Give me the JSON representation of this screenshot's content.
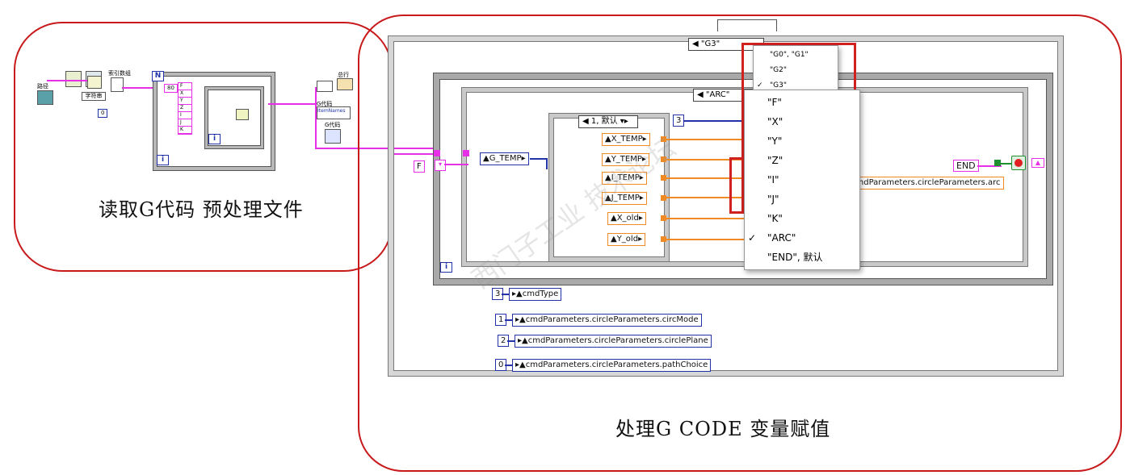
{
  "left_diagram": {
    "path_label": "路径",
    "index_array_label": "索引数组",
    "string_label": "字符串",
    "const_0": "0",
    "const_80": "80",
    "letters": [
      "F",
      "X",
      "Y",
      "Z",
      "I",
      "J",
      "K"
    ],
    "total_rows_label": "总行",
    "gcode_label_1": "G代码",
    "item_names": "ItemNames",
    "gcode_label_2": "G代码",
    "iter_i": "i",
    "loop_n": "N"
  },
  "caption_left": "读取G代码 预处理文件",
  "caption_right": "处理G CODE 变量赋值",
  "main_case": {
    "outer_selector": "\"G3\"",
    "inner_case_selector": "\"ARC\"",
    "small_case_selector": "1, 默认",
    "const_3": "3",
    "const_F": "F",
    "g_temp": "G_TEMP",
    "temp_vars": [
      "X_TEMP",
      "Y_TEMP",
      "I_TEMP",
      "J_TEMP",
      "X_old",
      "Y_old"
    ],
    "end_const": "END",
    "arc_output": "cmdParameters.circleParameters.arc",
    "iter_i": "i"
  },
  "dropdown": {
    "small_items": [
      {
        "label": "\"G0\", \"G1\"",
        "checked": false
      },
      {
        "label": "\"G2\"",
        "checked": false
      },
      {
        "label": "\"G3\"",
        "checked": true
      }
    ],
    "items": [
      {
        "label": "\"F\"",
        "checked": false
      },
      {
        "label": "\"X\"",
        "checked": false
      },
      {
        "label": "\"Y\"",
        "checked": false
      },
      {
        "label": "\"Z\"",
        "checked": false
      },
      {
        "label": "\"I\"",
        "checked": false
      },
      {
        "label": "\"J\"",
        "checked": false
      },
      {
        "label": "\"K\"",
        "checked": false
      },
      {
        "label": "\"ARC\"",
        "checked": true
      },
      {
        "label": "\"END\", 默认",
        "checked": false
      }
    ]
  },
  "bundle_rows": [
    {
      "const": "3",
      "label": "cmdType"
    },
    {
      "const": "1",
      "label": "cmdParameters.circleParameters.circMode"
    },
    {
      "const": "2",
      "label": "cmdParameters.circleParameters.circlePlane"
    },
    {
      "const": "0",
      "label": "cmdParameters.circleParameters.pathChoice"
    }
  ],
  "colors": {
    "region_border": "#c8191b",
    "wire_pink": "#e62fe6",
    "wire_blue": "#2233aa",
    "wire_orange": "#f08a24"
  }
}
